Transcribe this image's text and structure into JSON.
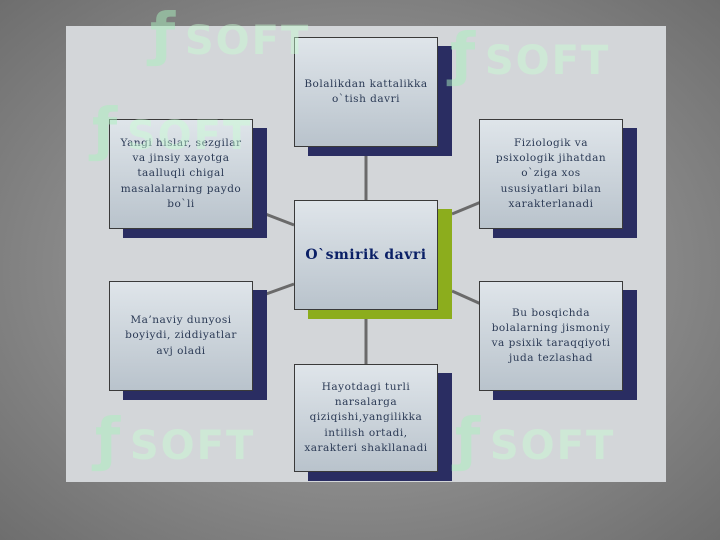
{
  "watermark": {
    "glyph": "ƒ",
    "word": "SOFT"
  },
  "diagram": {
    "center": "O`smirik davri",
    "top": "Bolalikdan kattalikka o`tish davri",
    "top_left": "Yangi hislar, sezgilar va jinsiy xayotga taalluqli chigal masalalarning paydo bo`li",
    "top_right": "Fiziologik va psixologik jihatdan o`ziga xos ususiyatlari bilan xarakterlanadi",
    "bottom_left": "Ma’naviy dunyosi boyiydi, ziddiyatlar avj oladi",
    "bottom_right": "Bu bosqichda bolalarning jismoniy va psixik taraqqiyoti juda tezlashad",
    "bottom": "Hayotdagi turli narsalarga qiziqishi,yangilikka intilish ortadi, xarakteri shakllanadi"
  }
}
